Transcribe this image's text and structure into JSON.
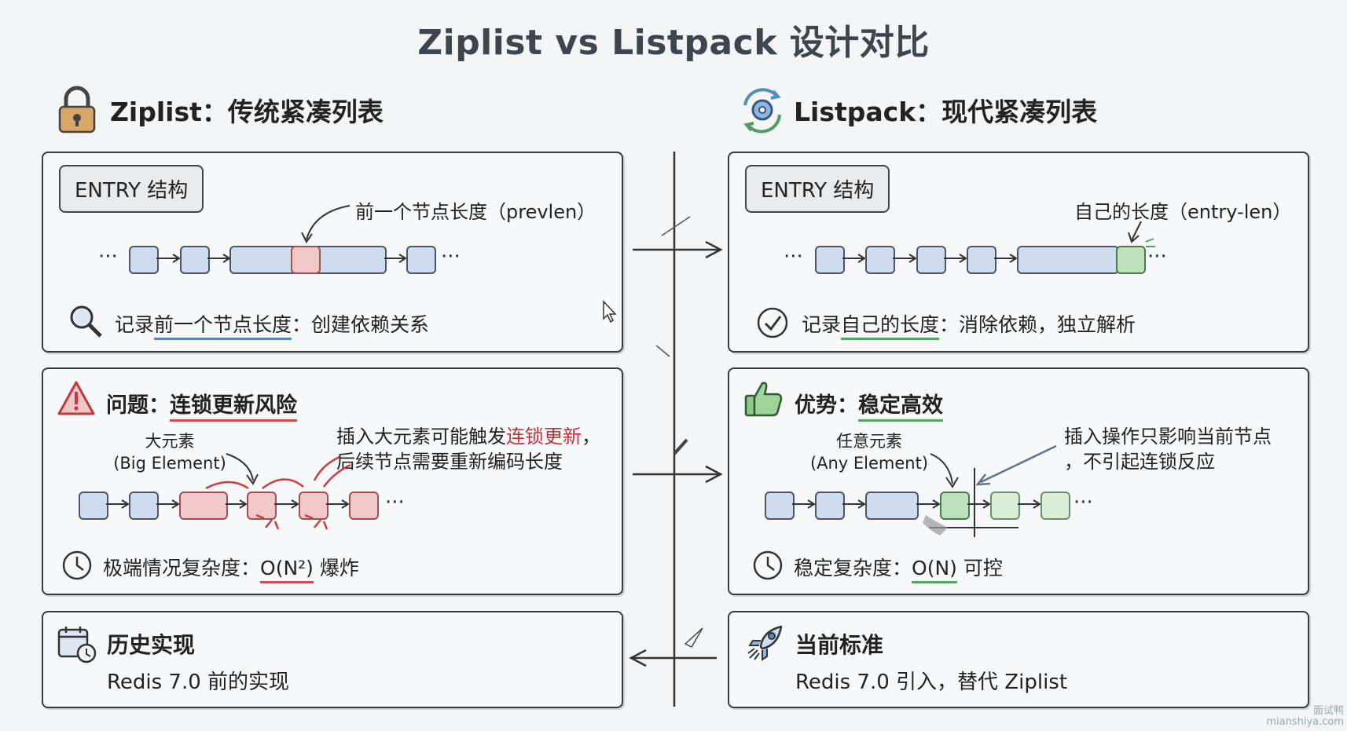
{
  "title": "Ziplist vs Listpack 设计对比",
  "left": {
    "heading": "Ziplist：传统紧凑列表",
    "entry_tag": "ENTRY 结构",
    "prevlen_label": "前一个节点长度（prevlen）",
    "record_prefix": "记录",
    "record_underlined": "前一个节点长度",
    "record_suffix": "：创建依赖关系",
    "problem_prefix": "问题：",
    "problem_title": "连锁更新风险",
    "big_element_cn": "大元素",
    "big_element_en": "(Big Element)",
    "insert_note_1a": "插入大元素可能触发",
    "insert_note_1b": "连锁更新",
    "insert_note_1c": "，",
    "insert_note_2": "后续节点需要重新编码长度",
    "complexity_prefix": "极端情况复杂度：",
    "complexity_value": "O(N²)",
    "complexity_suffix": " 爆炸",
    "history_title": "历史实现",
    "history_text": "Redis 7.0 前的实现"
  },
  "right": {
    "heading": "Listpack：现代紧凑列表",
    "entry_tag": "ENTRY 结构",
    "entrylen_label": "自己的长度（entry-len）",
    "record_prefix": "记录",
    "record_underlined": "自己的长度",
    "record_suffix": "：消除依赖，独立解析",
    "advantage_prefix": "优势：",
    "advantage_title": "稳定高效",
    "any_element_cn": "任意元素",
    "any_element_en": "(Any Element)",
    "insert_note_1": "插入操作只影响当前节点",
    "insert_note_2": "，不引起连锁反应",
    "complexity_prefix": "稳定复杂度：",
    "complexity_value": "O(N)",
    "complexity_suffix": " 可控",
    "current_title": "当前标准",
    "current_text": "Redis 7.0 引入，替代 Ziplist"
  },
  "ellipsis": "···",
  "watermark_line1": "面试鸭",
  "watermark_line2": "mianshiya.com",
  "colors": {
    "node_blue": "#cfdcf0",
    "node_red": "#f2c8c8",
    "node_green": "#bfe2bc",
    "underline_blue": "#5a82c8",
    "underline_green": "#4fa760",
    "underline_red": "#d24a4a",
    "highlight_red": "#c7303a"
  },
  "icons": [
    "padlock-icon",
    "gears-sync-icon",
    "magnifier-icon",
    "checkmark-circle-icon",
    "warning-triangle-icon",
    "thumbs-up-icon",
    "clock-icon",
    "calendar-clock-icon",
    "rocket-icon"
  ]
}
